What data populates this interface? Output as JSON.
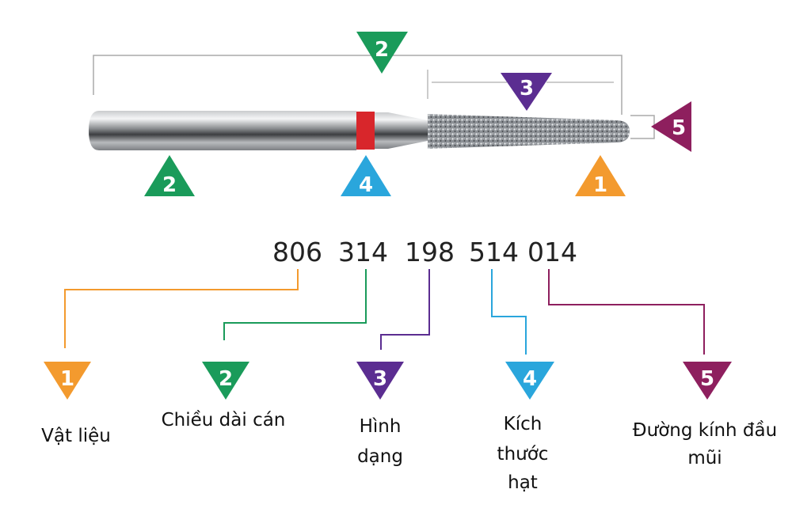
{
  "colors": {
    "material": "#f39a2e",
    "shank": "#1a9b5a",
    "shape": "#5b2d91",
    "grit": "#2aa6dc",
    "tip": "#8e1f5e"
  },
  "markers": {
    "m1": "1",
    "m2": "2",
    "m3": "3",
    "m4": "4",
    "m5": "5"
  },
  "code": [
    "806",
    "314",
    "198",
    "514",
    "014"
  ],
  "labels": {
    "material": "Vật liệu",
    "shank": "Chiều dài cán",
    "shape": [
      "Hình",
      "dạng"
    ],
    "grit": [
      "Kích",
      "thước",
      "hạt"
    ],
    "tip": [
      "Đường kính đầu",
      "mũi"
    ]
  }
}
